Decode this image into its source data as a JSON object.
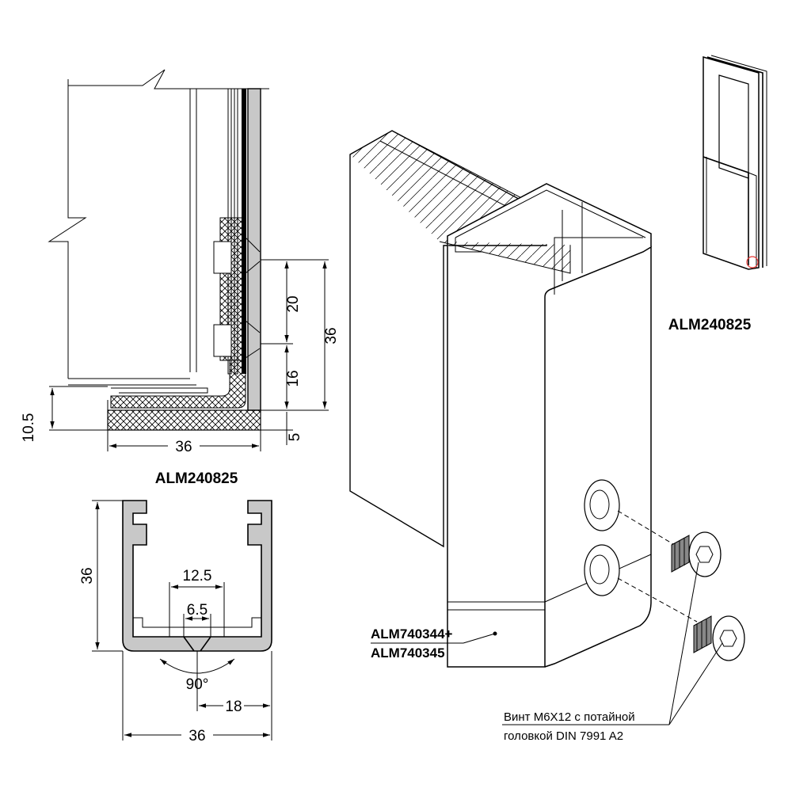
{
  "section_view": {
    "dims": {
      "d20": "20",
      "d16": "16",
      "d36_vertical": "36",
      "d36_horizontal": "36",
      "d10_5": "10.5",
      "d5": "5"
    }
  },
  "profile_view": {
    "title": "ALM240825",
    "dims": {
      "height": "36",
      "slot_outer": "12.5",
      "slot_inner": "6.5",
      "angle": "90°",
      "half_width": "18",
      "width": "36"
    }
  },
  "iso_view": {
    "title": "ALM240825",
    "part_code_1": "ALM740344+",
    "part_code_2": "ALM740345",
    "screw_note_line1": "Винт М6Х12 с потайной",
    "screw_note_line2": "головкой DIN 7991 A2"
  },
  "colors": {
    "line": "#000000",
    "profile_fill": "#c8c8c8",
    "highlight_circle": "#e53935"
  }
}
